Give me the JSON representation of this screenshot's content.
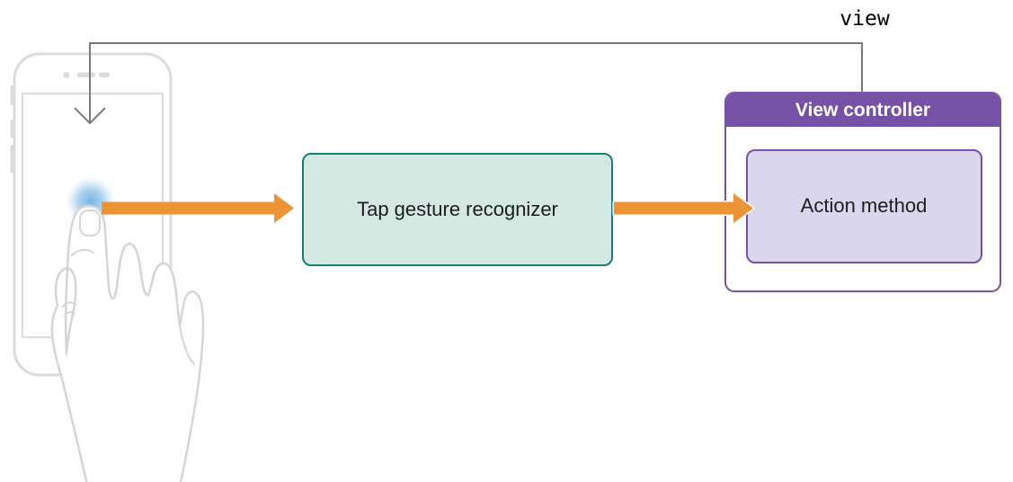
{
  "labels": {
    "view": "view",
    "tap_gesture_recognizer": "Tap gesture recognizer",
    "view_controller": "View controller",
    "action_method": "Action method"
  },
  "colors": {
    "arrow_orange": "#EC9336",
    "recognizer_border": "#128076",
    "recognizer_fill": "#D2E8E1",
    "controller_purple": "#7651A6",
    "action_fill": "#DAD6EC",
    "connector_gray": "#7A7A7A",
    "device_outline": "#DBDBDB",
    "hand_outline": "#D5D5D5",
    "touch_glow_blue": "#5FA8DF",
    "text_dark": "#1D1D1F"
  }
}
